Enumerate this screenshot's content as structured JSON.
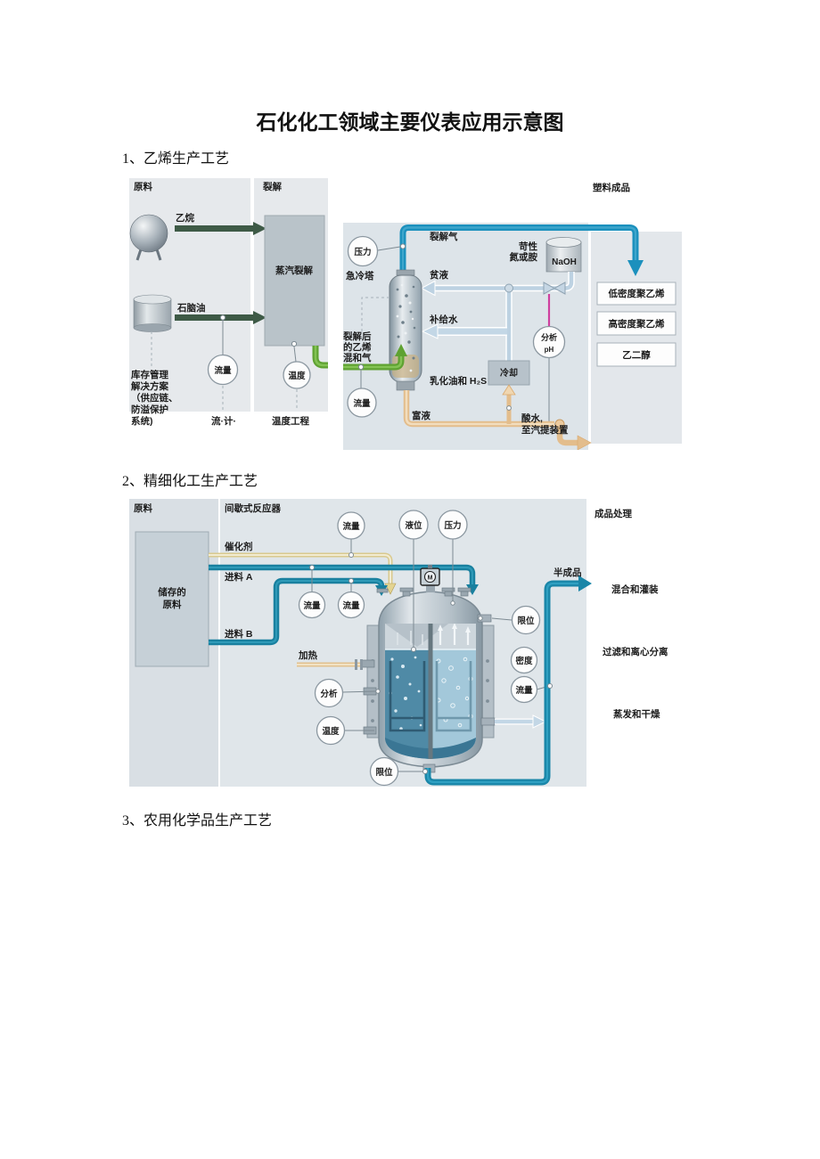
{
  "page": {
    "title": "石化化工领域主要仪表应用示意图"
  },
  "sections": {
    "s1": "1、乙烯生产工艺",
    "s2": "2、精细化工生产工艺",
    "s3": "3、农用化学品生产工艺"
  },
  "palette": {
    "pipe_blue": "#1b90bd",
    "pipe_teal": "#19809f",
    "pipe_green": "#5fa232",
    "pipe_tan": "#e3bd8c",
    "pipe_magenta": "#cf3f9f",
    "pipe_lightblue": "#bdd2e2",
    "pipe_yellow": "#ddcd8f",
    "panel_gray": "#e6e9ec",
    "panel_blue": "#dfe5ea",
    "equip_gray": "#b9c3c9"
  },
  "d1": {
    "raw": "原料",
    "crack": "裂解",
    "ethane": "乙烷",
    "naphtha": "石脑油",
    "steam": "蒸汽裂解",
    "flow1": "流量",
    "temp": "温度",
    "inv1": "库存管理",
    "inv2": "解决方案",
    "inv3": "（供应链、",
    "inv4": "防溢保护",
    "inv5": "系统)",
    "fm": "流·计·",
    "te": "温度工程",
    "plastic": "塑料成品",
    "pressure": "压力",
    "gas": "裂解气",
    "caustic1": "苛性",
    "caustic2": "氮或胺",
    "naoh": "NaOH",
    "quench": "急冷塔",
    "lean": "贫液",
    "makeup": "补给水",
    "after1": "裂解后",
    "after2": "的乙烯",
    "after3": "混和气",
    "emul": "乳化油和 H₂S",
    "ana": "分析",
    "ph": "pH",
    "cool": "冷却",
    "flow2": "流量",
    "rich": "富液",
    "acid1": "酸水,",
    "acid2": "至汽提装置",
    "ldpe": "低密度聚乙烯",
    "hdpe": "高密度聚乙烯",
    "eg": "乙二醇"
  },
  "d2": {
    "raw": "原料",
    "reactor": "间歇式反应器",
    "finish": "成品处理",
    "flow_top": "流量",
    "level": "液位",
    "pressure": "压力",
    "catalyst": "催化剂",
    "feedA": "进料 A",
    "feedB": "进料 B",
    "flowA": "流量",
    "flowB": "流量",
    "stored1": "储存的",
    "stored2": "原料",
    "semi": "半成品",
    "mix": "混合和灌装",
    "limit_r": "限位",
    "density": "密度",
    "flow_r": "流量",
    "filter": "过滤和离心分离",
    "heat": "加热",
    "ana": "分析",
    "temp": "温度",
    "evap": "蒸发和干燥",
    "limit_b": "限位",
    "motor": "M"
  }
}
